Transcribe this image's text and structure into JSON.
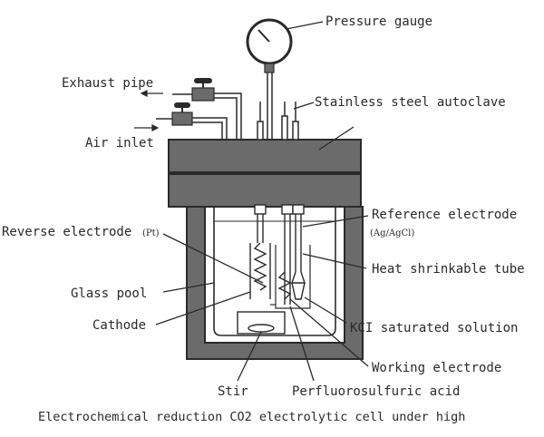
{
  "diagram": {
    "caption": "Electrochemical reduction CO2 electrolytic cell under high",
    "labels": {
      "pressure_gauge": "Pressure gauge",
      "exhaust_pipe": "Exhaust pipe",
      "air_inlet": "Air inlet",
      "autoclave": "Stainless steel autoclave",
      "reverse_electrode": "Reverse electrode",
      "reverse_electrode_pt": "(Pt)",
      "reference_electrode": "Reference electrode",
      "reference_electrode_sub": "(Ag/AgCl)",
      "heat_shrinkable_tube": "Heat shrinkable tube",
      "glass_pool": "Glass pool",
      "cathode": "Cathode",
      "kcl_solution": "KCI saturated solution",
      "working_electrode": "Working electrode",
      "stir": "Stir",
      "perfluorosulfuric_acid": "Perfluorosulfuric acid"
    },
    "colors": {
      "steel_fill": "#6b6b6b",
      "line": "#2a2a2a",
      "background": "#ffffff"
    }
  }
}
